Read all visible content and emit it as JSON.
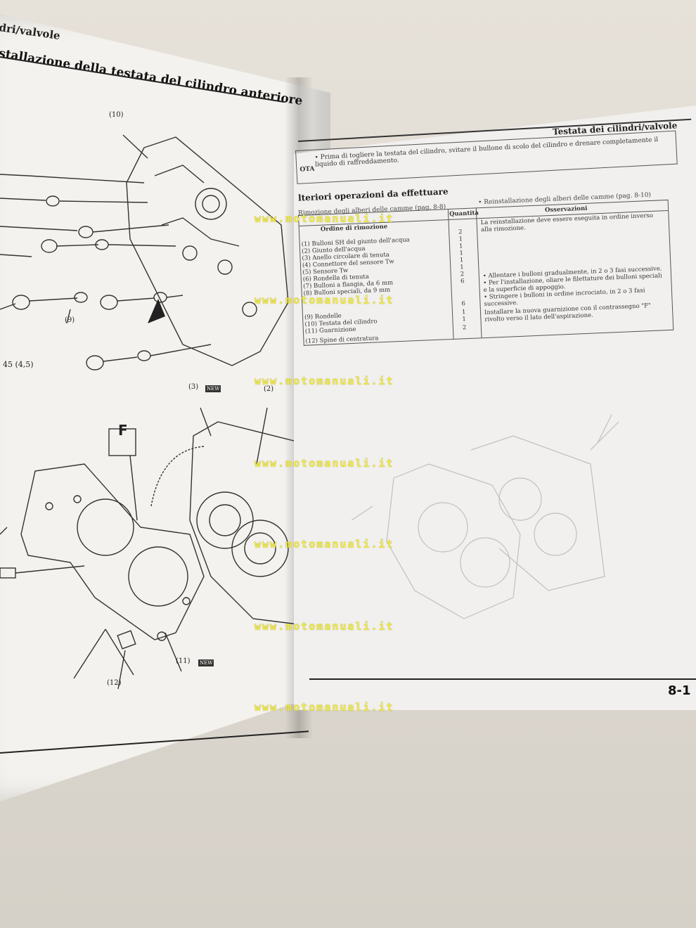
{
  "left_page": {
    "running_header": "dri/valvole",
    "title": "stallazione della testata del cilindro anteriore",
    "torque_note": "45 (4,5)",
    "callouts": [
      "(10)",
      "(9)",
      "(3)",
      "(2)",
      "(11)",
      "(12)"
    ],
    "gasket_mark": "F",
    "new_badge": "NEW"
  },
  "right_page": {
    "running_header": "Testata dei cilindri/valvole",
    "nota_label": "OTA",
    "nota_text": "• Prima di togliere la testata del cilindro, svitare il bullone di scolo del cilindro e drenare completamente il liquido di raffreddamento.",
    "section_title": "lteriori operazioni da effettuare",
    "ref_removal": "Rimozione degli alberi delle camme (pag. 8-8)",
    "ref_reinstall": "• Reinstallazione degli alberi delle camme (pag. 8-10)",
    "table": {
      "col_order": "Ordine di rimozione",
      "col_qty": "Quantità",
      "col_obs": "Osservazioni",
      "obs_top": "La reinstallazione deve essere eseguita in ordine inverso alla rimozione.",
      "rows": [
        {
          "n": "(1)",
          "name": "Bulloni SH del giunto dell'acqua",
          "q": "2"
        },
        {
          "n": "(2)",
          "name": "Giunto dell'acqua",
          "q": "1"
        },
        {
          "n": "(3)",
          "name": "Anello circolare di tenuta",
          "q": "1"
        },
        {
          "n": "(4)",
          "name": "Connettore del sensore Tw",
          "q": "1"
        },
        {
          "n": "(5)",
          "name": "Sensore Tw",
          "q": "1"
        },
        {
          "n": "(6)",
          "name": "Rondella di tenuta",
          "q": "1"
        },
        {
          "n": "(7)",
          "name": "Bulloni a flangia, da 6 mm",
          "q": "2"
        },
        {
          "n": "(8)",
          "name": "Bulloni speciali, da 9 mm",
          "q": "6"
        },
        {
          "n": "(9)",
          "name": "Rondelle",
          "q": "6"
        },
        {
          "n": "(10)",
          "name": "Testata del cilindro",
          "q": "1"
        },
        {
          "n": "(11)",
          "name": "Guarnizione",
          "q": "1"
        },
        {
          "n": "(12)",
          "name": "Spine di centratura",
          "q": "2"
        }
      ],
      "obs_bolts_1": "• Allentare i bulloni gradualmente, in 2 o 3 fasi successive.",
      "obs_bolts_2": "• Per l'installazione, oliare le filettature dei bulloni speciali e la superficie di appoggio.",
      "obs_bolts_3": "• Stringere i bulloni in ordine incrociato, in 2 o 3 fasi successive.",
      "obs_gasket": "Installare la nuova guarnizione con il contrassegno \"F\" rivolto verso il lato dell'aspirazione."
    },
    "page_number": "8-1"
  },
  "watermark": "www.motomanuali.it"
}
